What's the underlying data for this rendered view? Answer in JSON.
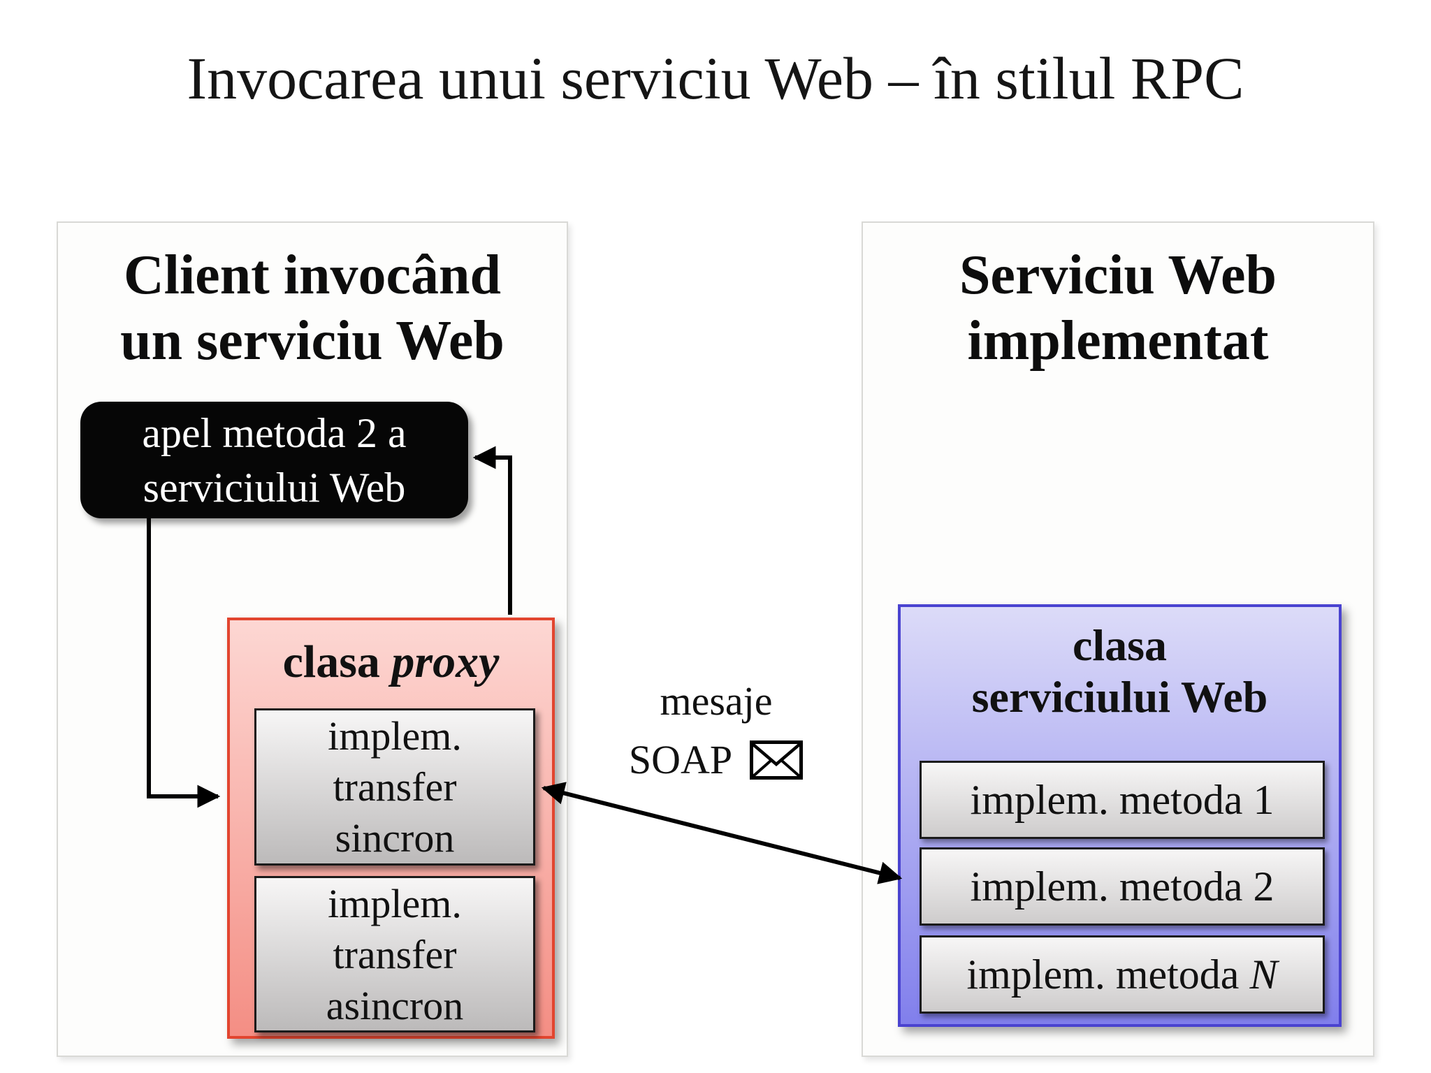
{
  "title": "Invocarea unui serviciu Web – în stilul RPC",
  "left_panel": {
    "heading_line1": "Client invocând",
    "heading_line2": "un serviciu Web",
    "call_box": {
      "line1": "apel metoda 2 a",
      "line2": "serviciului Web"
    },
    "proxy_box": {
      "title_plain": "clasa ",
      "title_italic": "proxy",
      "methods": [
        {
          "lines": [
            "implem.",
            "transfer",
            "sincron"
          ]
        },
        {
          "lines": [
            "implem.",
            "transfer",
            "asincron"
          ]
        }
      ]
    }
  },
  "right_panel": {
    "heading_line1": "Serviciu Web",
    "heading_line2": "implementat",
    "service_box": {
      "title_line1": "clasa",
      "title_line2": "serviciului Web",
      "methods": [
        {
          "prefix": "implem. metoda ",
          "suffix": "1"
        },
        {
          "prefix": "implem. metoda ",
          "suffix": "2"
        },
        {
          "prefix": "implem. metoda ",
          "suffix": "N"
        }
      ]
    }
  },
  "soap_label": {
    "line1": "mesaje",
    "line2": "SOAP"
  },
  "icons": {
    "envelope": "envelope-icon"
  },
  "colors": {
    "callout_bg": "#060606",
    "callout_text": "#ffffff",
    "pink_top": "#fdd7d3",
    "pink_bottom": "#f48e84",
    "pink_border": "#e2452f",
    "blue_top": "#dcdbf8",
    "blue_bottom": "#817fec",
    "blue_border": "#4a43d0",
    "gray_top": "#f7f6f6",
    "gray_bottom": "#bcbaba",
    "arrow": "#000000"
  }
}
